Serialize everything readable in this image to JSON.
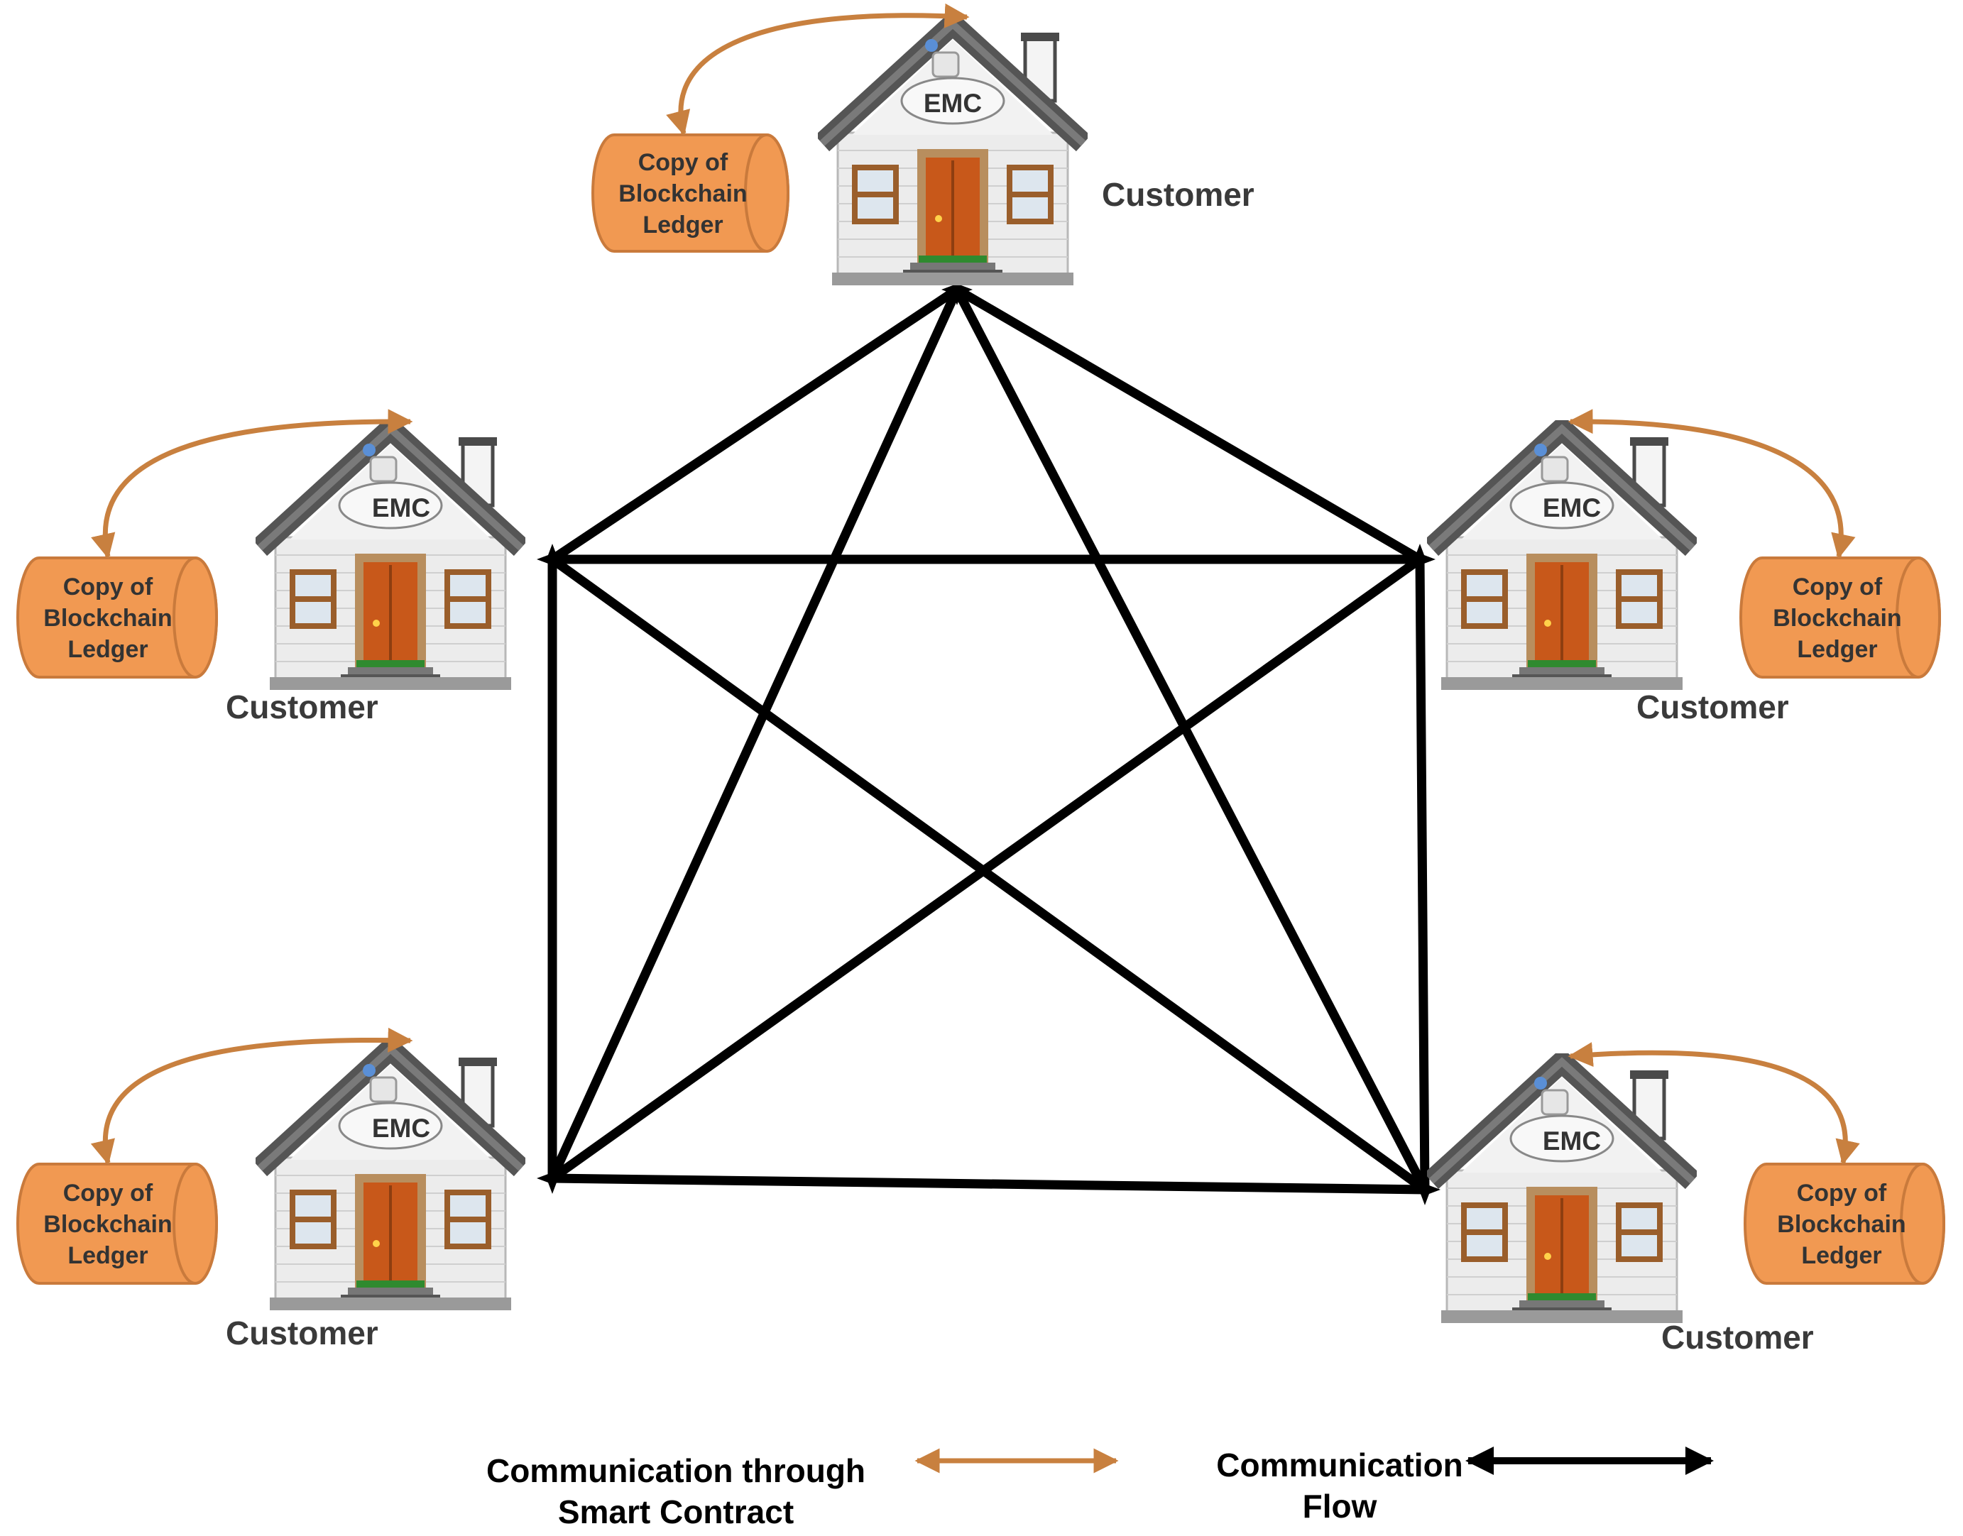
{
  "colors": {
    "ledger_fill": "#f19952",
    "ledger_stroke": "#c97a3c",
    "smart_contract_arrow": "#c8803f",
    "communication_line": "#000000",
    "house_roof": "#5a5a5a",
    "house_wall": "#e9e9e9",
    "window_frame": "#9a5e2b",
    "door": "#c15a16",
    "door_frame": "#a0703e",
    "label_text": "#3a3a3a"
  },
  "nodes": [
    {
      "id": "top",
      "label": "Customer",
      "house_tag": "EMC",
      "ledger": {
        "line1": "Copy of",
        "line2": "Blockchain",
        "line3": "Ledger"
      }
    },
    {
      "id": "left",
      "label": "Customer",
      "house_tag": "EMC",
      "ledger": {
        "line1": "Copy of",
        "line2": "Blockchain",
        "line3": "Ledger"
      }
    },
    {
      "id": "right",
      "label": "Customer",
      "house_tag": "EMC",
      "ledger": {
        "line1": "Copy of",
        "line2": "Blockchain",
        "line3": "Ledger"
      }
    },
    {
      "id": "bottom_left",
      "label": "Customer",
      "house_tag": "EMC",
      "ledger": {
        "line1": "Copy of",
        "line2": "Blockchain",
        "line3": "Ledger"
      }
    },
    {
      "id": "bottom_right",
      "label": "Customer",
      "house_tag": "EMC",
      "ledger": {
        "line1": "Copy of",
        "line2": "Blockchain",
        "line3": "Ledger"
      }
    }
  ],
  "edges": [
    [
      "top",
      "left"
    ],
    [
      "top",
      "right"
    ],
    [
      "top",
      "bottom_left"
    ],
    [
      "top",
      "bottom_right"
    ],
    [
      "left",
      "right"
    ],
    [
      "left",
      "bottom_left"
    ],
    [
      "left",
      "bottom_right"
    ],
    [
      "right",
      "bottom_left"
    ],
    [
      "right",
      "bottom_right"
    ],
    [
      "bottom_left",
      "bottom_right"
    ]
  ],
  "legend": {
    "smart_contract_line1": "Communication through",
    "smart_contract_line2": "Smart Contract",
    "flow_line1": "Communication",
    "flow_line2": "Flow"
  }
}
